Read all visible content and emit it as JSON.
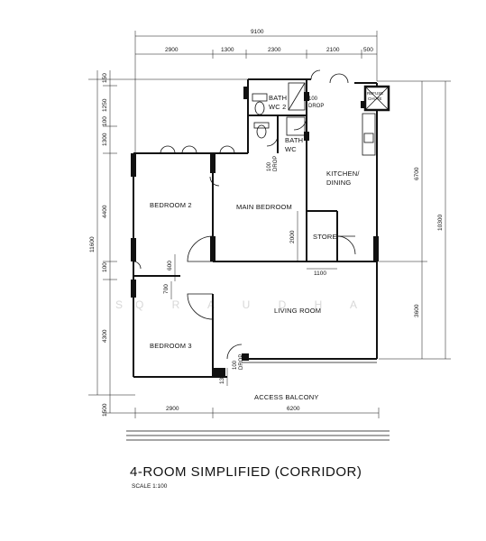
{
  "title": "4-ROOM SIMPLIFIED (CORRIDOR)",
  "scale": "SCALE   1:100",
  "watermark": "SQ R A U D H A",
  "rooms": {
    "bath_wc2": [
      "BATH",
      "WC 2"
    ],
    "bath_wc": [
      "BATH",
      "WC"
    ],
    "kitchen": [
      "KITCHEN/",
      "DINING"
    ],
    "bedroom2": "BEDROOM 2",
    "main_bedroom": "MAIN BEDROOM",
    "store": "STORE",
    "living_room": "LIVING ROOM",
    "bedroom3": "BEDROOM 3",
    "access_balcony": "ACCESS BALCONY",
    "refuse_chute": [
      "REFUSE",
      "CHUTE"
    ]
  },
  "drops": {
    "drop1": [
      "100",
      "DROP"
    ],
    "drop2": [
      "100",
      "DROP"
    ],
    "drop3": [
      "100",
      "DROP"
    ]
  },
  "dimensions": {
    "top_total": "9100",
    "top_segments": [
      "2900",
      "1300",
      "2300",
      "2100",
      "500"
    ],
    "left_segments": [
      "150",
      "1250",
      "100",
      "1300",
      "4400",
      "100",
      "4300",
      "1500"
    ],
    "left_total": "11600",
    "right_segments": [
      "6700",
      "3600"
    ],
    "right_total": "10300",
    "bottom_segments": [
      "2900",
      "6200"
    ],
    "inner": [
      "600",
      "700",
      "2000",
      "1100",
      "1300"
    ]
  }
}
